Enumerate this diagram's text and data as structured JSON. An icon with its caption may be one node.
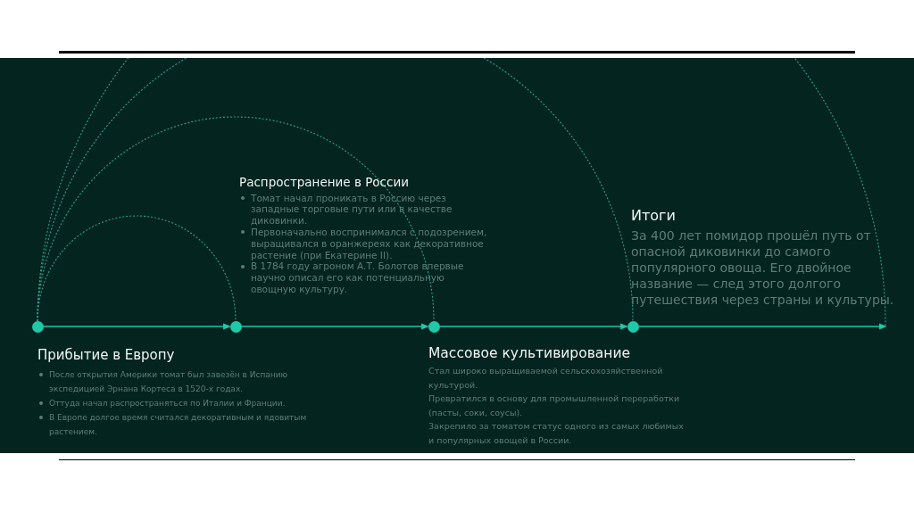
{
  "diagram": {
    "nodes": [
      {
        "text": [],
        "shape": "circle",
        "beside": [
          "Прибытие в Европу",
          "После открытия Америки томат был завезён в Испанию экспедицией Эрнана Кортеса в 1520-х годах.",
          "Оттуда начал распространяться по Италии и Франции.",
          "В Европе долгое время считался декоративным и ядовитым растением."
        ]
      },
      {
        "text": [],
        "shape": "circle",
        "beside": [
          "Распространение в России",
          "Томат начал проникать в Россию через западные торговые пути или в качестве диковинки.",
          "Первоначально воспринимался с подозрением, выращивался в оранжереях как декоративное растение (при Екатерине II).",
          "В 1784 году агроном А.Т. Болотов впервые научно описал его как потенциальную овощную культуру."
        ]
      },
      {
        "text": [],
        "shape": "circle",
        "beside": [
          "Массовое культивирование",
          "Стал широко выращиваемой сельскохозяйственной культурой.",
          "Превратился в основу для промышленной переработки (пасты, соки, соусы).",
          "Закрепило за томатом статус одного из самых любимых и популярных овощей в России."
        ]
      },
      {
        "text": [],
        "shape": "circle",
        "beside": [
          "Итоги",
          "За 400 лет помидор прошёл путь от опасной диковинки до самого популярного овоща. Его двойное название — след этого долгого путешествия через страны и культуры."
        ]
      }
    ],
    "edges": [
      {
        "from": 0,
        "to": 1,
        "arrow": "to"
      },
      {
        "from": 1,
        "to": 2,
        "arrow": "to"
      },
      {
        "from": 2,
        "to": 3,
        "arrow": "to"
      },
      {
        "from": 3,
        "to": null,
        "arrow": "to"
      },
      {
        "from": 0,
        "to": 1,
        "arrow": "none",
        "style": "dashed"
      },
      {
        "from": 0,
        "to": 2,
        "arrow": "none",
        "style": "dashed"
      },
      {
        "from": 0,
        "to": 3,
        "arrow": "none",
        "style": "dashed"
      },
      {
        "from": 0,
        "to": null,
        "arrow": "none",
        "style": "dashed"
      }
    ]
  }
}
